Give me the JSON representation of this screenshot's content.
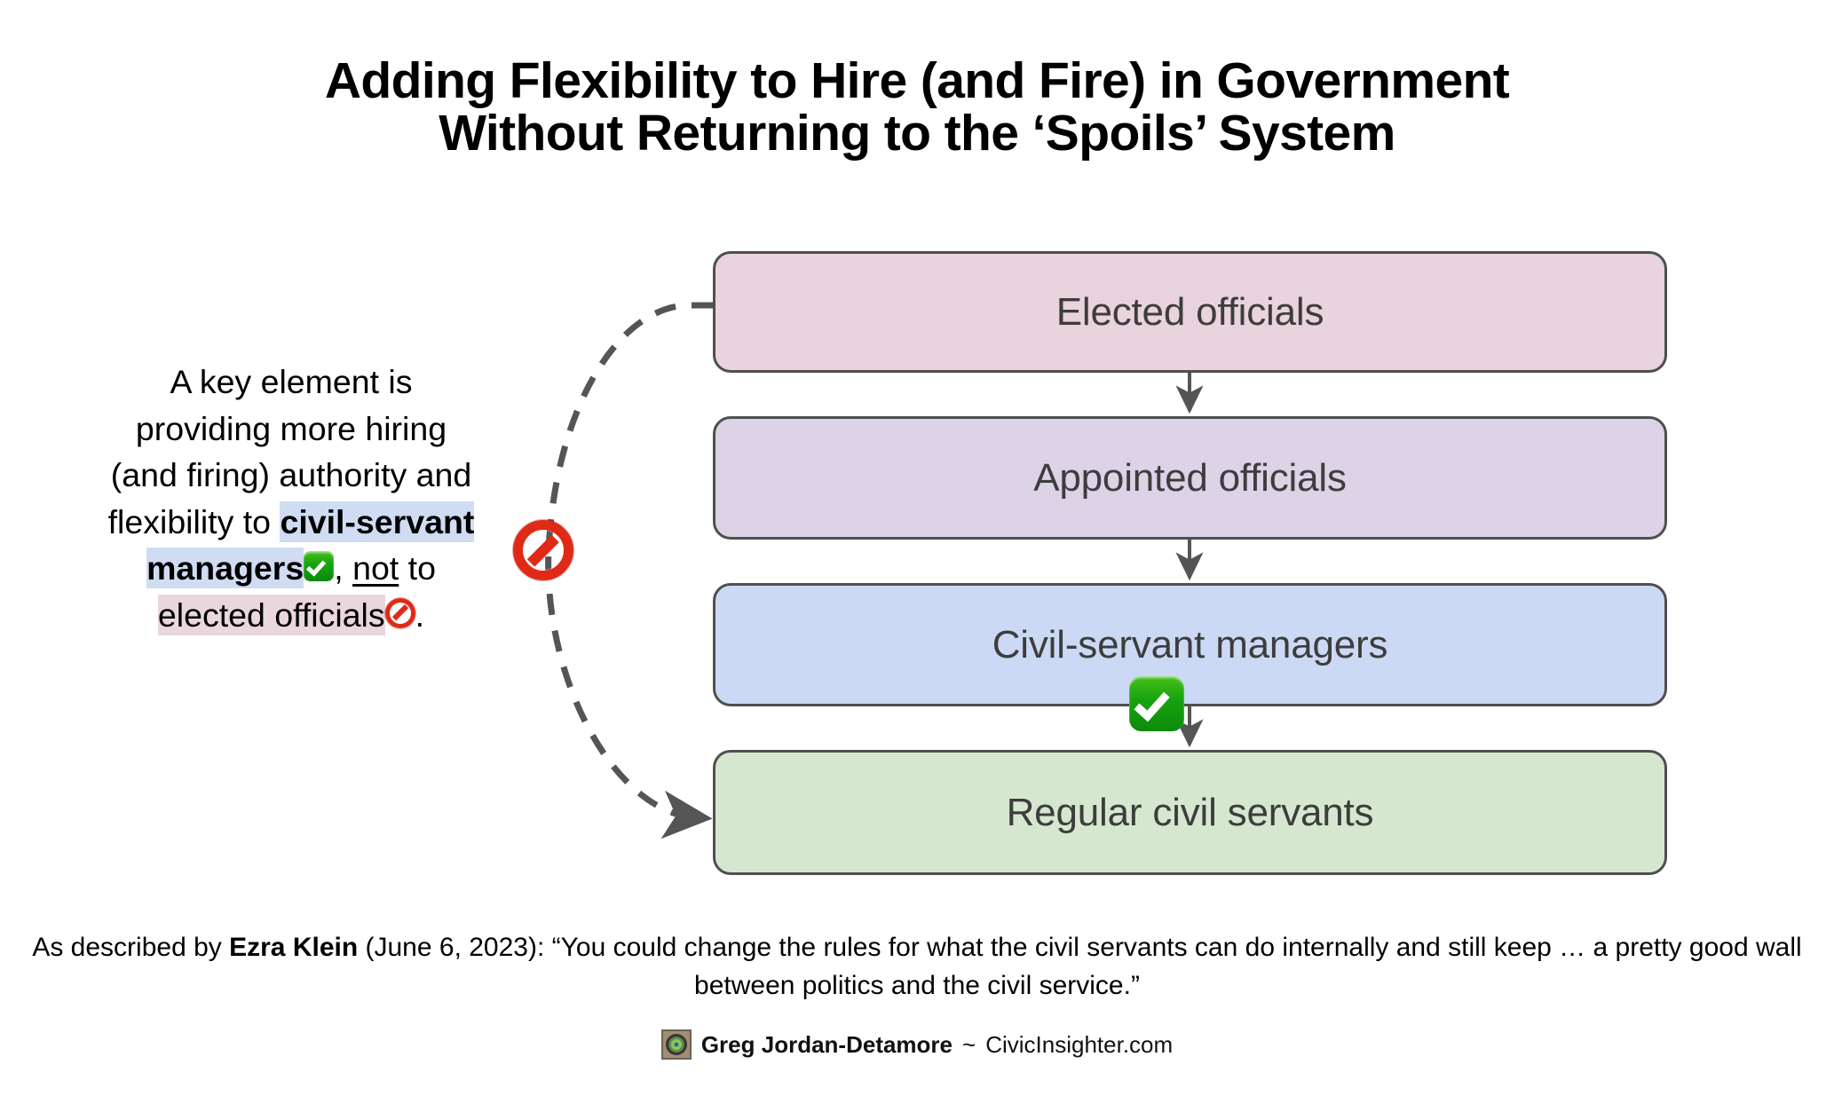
{
  "title": {
    "line1": "Adding Flexibility to Hire (and Fire) in Government",
    "line2": "Without Returning to the ‘Spoils’ System"
  },
  "note": {
    "part1": "A key element is providing more hiring (and firing) authority and flexibility to ",
    "highlight_blue": "civil-servant managers",
    "check_icon": "white-heavy-check-mark-emoji",
    "comma": ", ",
    "not_word": "not",
    "part2": " to ",
    "highlight_pink": "elected officials",
    "ban_icon": "prohibited-sign-emoji",
    "period": ".",
    "highlight_blue_color": "#cfdcf2",
    "highlight_pink_color": "#e9d6de"
  },
  "flow": {
    "nodes": [
      {
        "id": "elected",
        "label": "Elected officials",
        "color": "#e9d3dd"
      },
      {
        "id": "appointed",
        "label": "Appointed officials",
        "color": "#dcd3e7"
      },
      {
        "id": "managers",
        "label": "Civil-servant managers",
        "color": "#ccd9f5"
      },
      {
        "id": "regular",
        "label": "Regular civil servants",
        "color": "#d6e7cf"
      }
    ],
    "border_color": "#4f4f4f",
    "text_color": "#3d3d3d",
    "arrow_color": "#555555",
    "managers_badge": "white-heavy-check-mark-emoji",
    "bypass_badge": "prohibited-sign-emoji"
  },
  "caption": {
    "before": "As described by ",
    "person": "Ezra Klein",
    "after": " (June 6, 2023): “You could change the rules for what the civil servants can do internally and still keep … a pretty good wall between politics and the civil service.”"
  },
  "credit": {
    "avatar": "site-emblem-icon",
    "name": "Greg Jordan-Detamore",
    "separator": "~",
    "site": "CivicInsighter.com"
  }
}
